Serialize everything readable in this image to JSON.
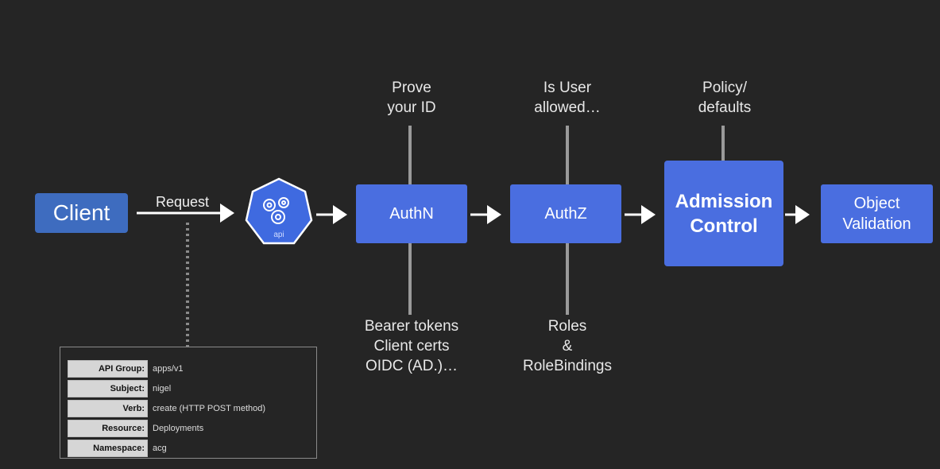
{
  "nodes": {
    "client": "Client",
    "api": "api",
    "authn": "AuthN",
    "authz": "AuthZ",
    "admission": [
      "Admission",
      "Control"
    ],
    "validation": [
      "Object",
      "Validation"
    ]
  },
  "request_label": "Request",
  "notes_top": {
    "authn": [
      "Prove",
      "your ID"
    ],
    "authz": [
      "Is User",
      "allowed…"
    ],
    "admission": [
      "Policy/",
      "defaults"
    ]
  },
  "notes_bottom": {
    "authn": [
      "Bearer tokens",
      "Client certs",
      "OIDC (AD.)…"
    ],
    "authz": [
      "Roles",
      "&",
      "RoleBindings"
    ]
  },
  "request_details": [
    {
      "key": "API Group:",
      "value": "apps/v1"
    },
    {
      "key": "Subject:",
      "value": "nigel"
    },
    {
      "key": "Verb:",
      "value": "create (HTTP POST method)"
    },
    {
      "key": "Resource:",
      "value": "Deployments"
    },
    {
      "key": "Namespace:",
      "value": "acg"
    }
  ],
  "colors": {
    "background": "#252525",
    "box": "#4a6ee0",
    "client": "#3e6cbf",
    "connector": "#9a9a9a",
    "arrow": "#ffffff"
  },
  "icons": {
    "api": "kubernetes-api-hexagon-icon"
  }
}
